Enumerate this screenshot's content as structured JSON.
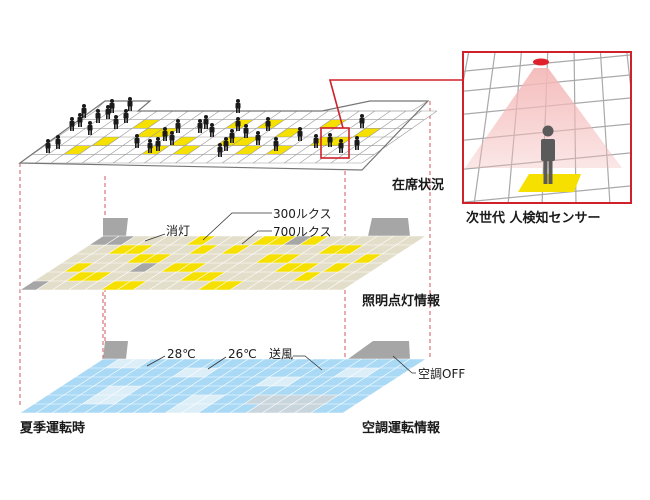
{
  "layers": {
    "occupancy": {
      "label": "在席状況",
      "floor_color": "#ffffff",
      "grid_color": "#9a9a9a",
      "person_color": "#1a1a1a",
      "seat_color": "#f5e000"
    },
    "lighting": {
      "label": "照明点灯情報",
      "base_color": "#e2deca",
      "off_color": "#a6a6a6",
      "lux700_color": "#f5e000",
      "callouts": {
        "off": "消灯",
        "lux300": "300ルクス",
        "lux700": "700ルクス"
      }
    },
    "aircon": {
      "label": "空調運転情報",
      "c28_color": "#a9d9f4",
      "c26_color": "#dceef8",
      "fan_color": "#c9d5dc",
      "off_color": "#a6a6a6",
      "callouts": {
        "t28": "28℃",
        "t26": "26℃",
        "fan": "送風",
        "off": "空調OFF"
      },
      "season": "夏季運転時"
    }
  },
  "inset": {
    "caption": "次世代 人検知センサー",
    "frame_color": "#d0202a",
    "sensor_color": "#e0202a",
    "cone_color": "#f4b9b9",
    "person_color": "#5a5a5a",
    "floor_color": "#f5e000"
  },
  "guide_color": "#c8303a"
}
